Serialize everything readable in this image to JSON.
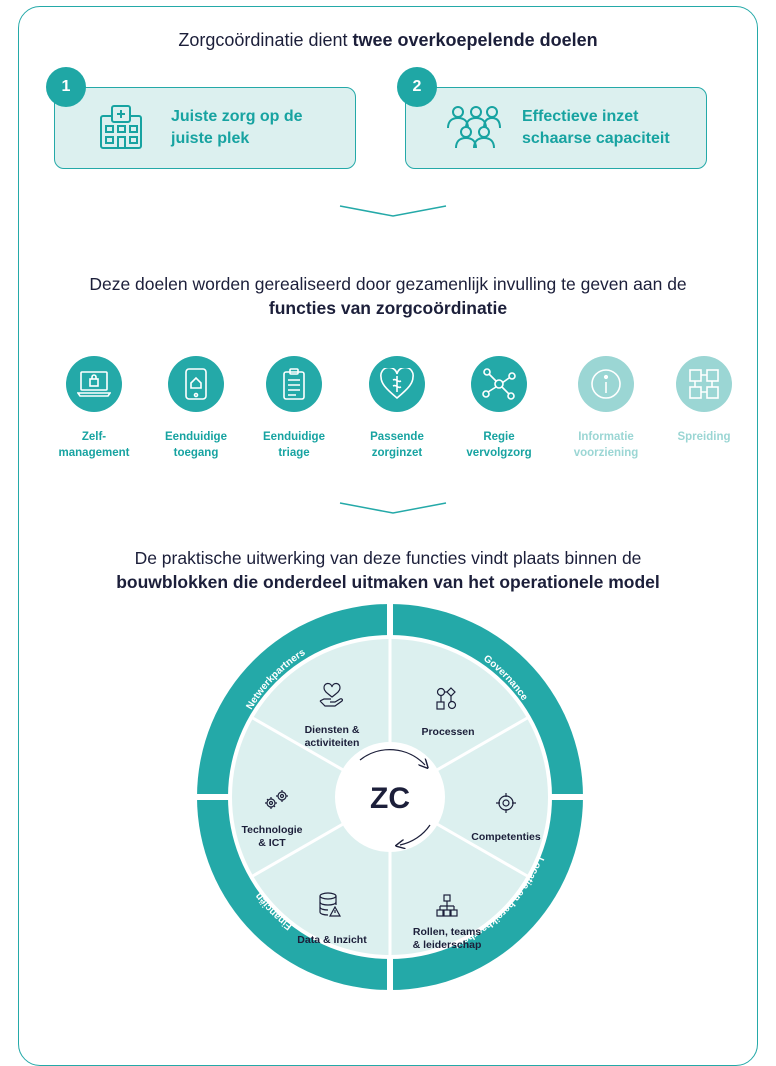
{
  "intro": {
    "title_prefix": "Zorgcoördinatie dient ",
    "title_bold": "twee overkoepelende doelen"
  },
  "goals": [
    {
      "number": "1",
      "label_line1": "Juiste zorg op de",
      "label_line2": "juiste plek",
      "icon": "hospital-icon"
    },
    {
      "number": "2",
      "label_line1": "Effectieve inzet",
      "label_line2": "schaarse capaciteit",
      "icon": "people-group-icon"
    }
  ],
  "functions_intro": {
    "line1": "Deze doelen worden gerealiseerd door gezamenlijk invulling te geven aan de",
    "line2_bold": "functies van zorgcoördinatie"
  },
  "functions": [
    {
      "line1": "Zelf-",
      "line2": "management",
      "icon": "laptop-lock-icon",
      "faded": false
    },
    {
      "line1": "Eenduidige",
      "line2": "toegang",
      "icon": "tablet-icon",
      "faded": false
    },
    {
      "line1": "Eenduidige",
      "line2": "triage",
      "icon": "clipboard-icon",
      "faded": false
    },
    {
      "line1": "Passende",
      "line2": "zorginzet",
      "icon": "heart-icon",
      "faded": false
    },
    {
      "line1": "Regie",
      "line2": "vervolgzorg",
      "icon": "network-icon",
      "faded": false
    },
    {
      "line1": "Informatie",
      "line2": "voorziening",
      "icon": "info-icon",
      "faded": true
    },
    {
      "line1": "Spreiding",
      "line2": "",
      "icon": "spread-blocks-icon",
      "faded": true
    }
  ],
  "model_intro": {
    "line1": "De praktische uitwerking van deze functies vindt plaats binnen de",
    "line2_bold": "bouwblokken die onderdeel uitmaken van het operationele model"
  },
  "wheel": {
    "center": "ZC",
    "outer_ring": [
      "Netwerkpartners",
      "Governance",
      "Locatie en bereikbaarheid",
      "Financiën"
    ],
    "segments": [
      {
        "line1": "Processen",
        "line2": "",
        "icon": "process-icon"
      },
      {
        "line1": "Competenties",
        "line2": "",
        "icon": "target-brain-icon"
      },
      {
        "line1": "Rollen, teams",
        "line2": "& leiderschap",
        "icon": "org-chart-icon"
      },
      {
        "line1": "Data & Inzicht",
        "line2": "",
        "icon": "database-icon"
      },
      {
        "line1": "Technologie",
        "line2": "& ICT",
        "icon": "gears-icon"
      },
      {
        "line1": "Diensten &",
        "line2": "activiteiten",
        "icon": "hand-heart-icon"
      }
    ]
  },
  "colors": {
    "teal": "#24a9a8",
    "teal_light": "#dcf0ef",
    "teal_faded": "#9bd6d4",
    "navy": "#1c1f3a"
  }
}
